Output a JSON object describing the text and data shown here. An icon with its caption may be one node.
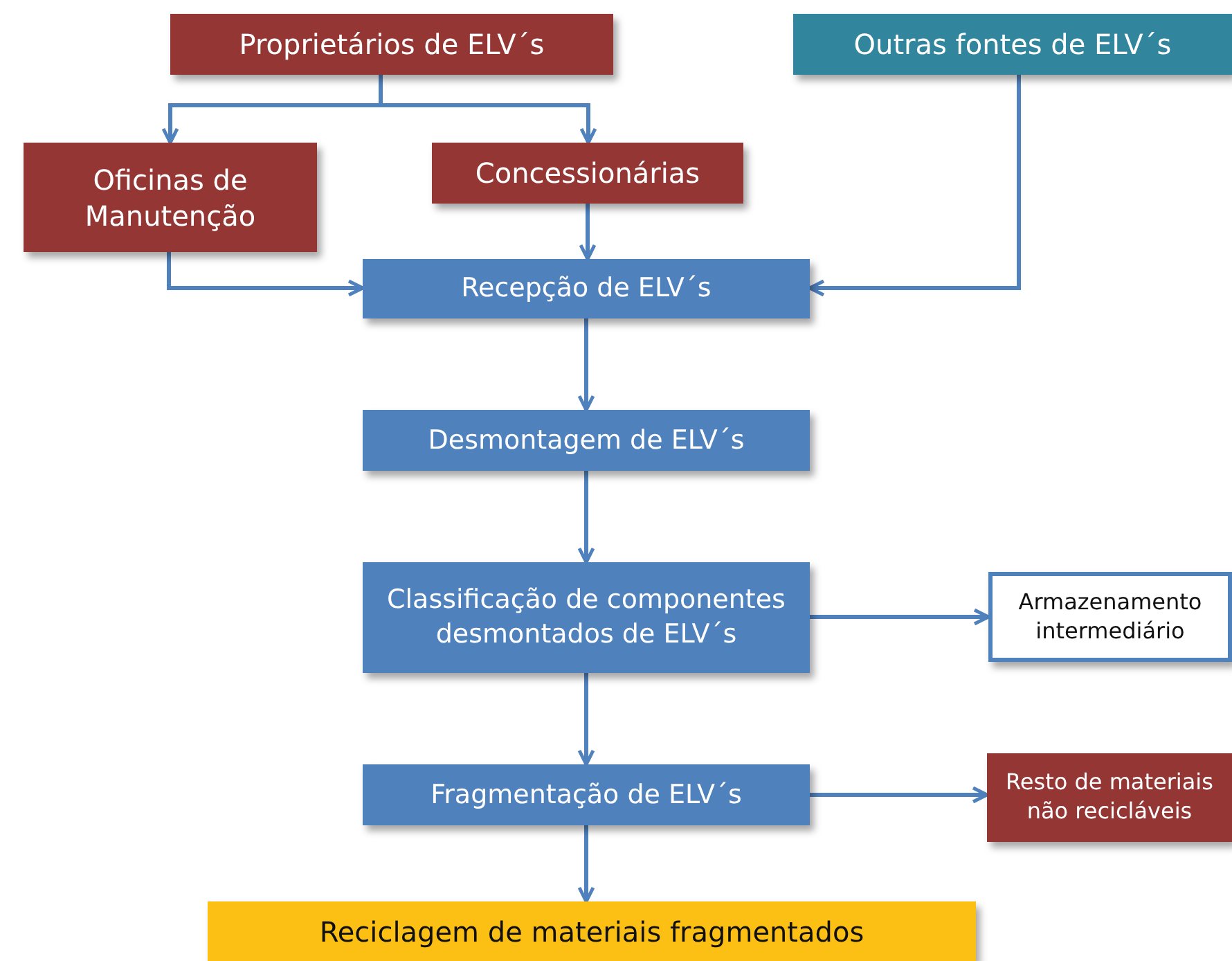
{
  "diagram": {
    "nodes": [
      {
        "text": [
          "Proprietários de ELV´s"
        ]
      },
      {
        "text": [
          "Outras fontes de ELV´s"
        ]
      },
      {
        "text": [
          "Oficinas de Manutenção"
        ]
      },
      {
        "text": [
          "Concessionárias"
        ]
      },
      {
        "text": [
          "Recepção de ELV´s"
        ]
      },
      {
        "text": [
          "Desmontagem de ELV´s"
        ]
      },
      {
        "text": [
          "Classificação de componentes desmontados de ELV´s"
        ]
      },
      {
        "text": [
          "Armazenamento intermediário"
        ]
      },
      {
        "text": [
          "Fragmentação de ELV´s"
        ]
      },
      {
        "text": [
          "Resto de materiais não recicláveis"
        ]
      },
      {
        "text": [
          "Reciclagem de materiais fragmentados"
        ]
      }
    ],
    "edges": [
      {
        "from": 0,
        "to": 2,
        "arrow": "to"
      },
      {
        "from": 0,
        "to": 3,
        "arrow": "to"
      },
      {
        "from": 2,
        "to": 4,
        "arrow": "to"
      },
      {
        "from": 3,
        "to": 4,
        "arrow": "to"
      },
      {
        "from": 1,
        "to": 4,
        "arrow": "to"
      },
      {
        "from": 4,
        "to": 5,
        "arrow": "to"
      },
      {
        "from": 5,
        "to": 6,
        "arrow": "to"
      },
      {
        "from": 6,
        "to": 7,
        "arrow": "to"
      },
      {
        "from": 6,
        "to": 8,
        "arrow": "to"
      },
      {
        "from": 8,
        "to": 9,
        "arrow": "to"
      },
      {
        "from": 8,
        "to": 10,
        "arrow": "to"
      }
    ]
  }
}
